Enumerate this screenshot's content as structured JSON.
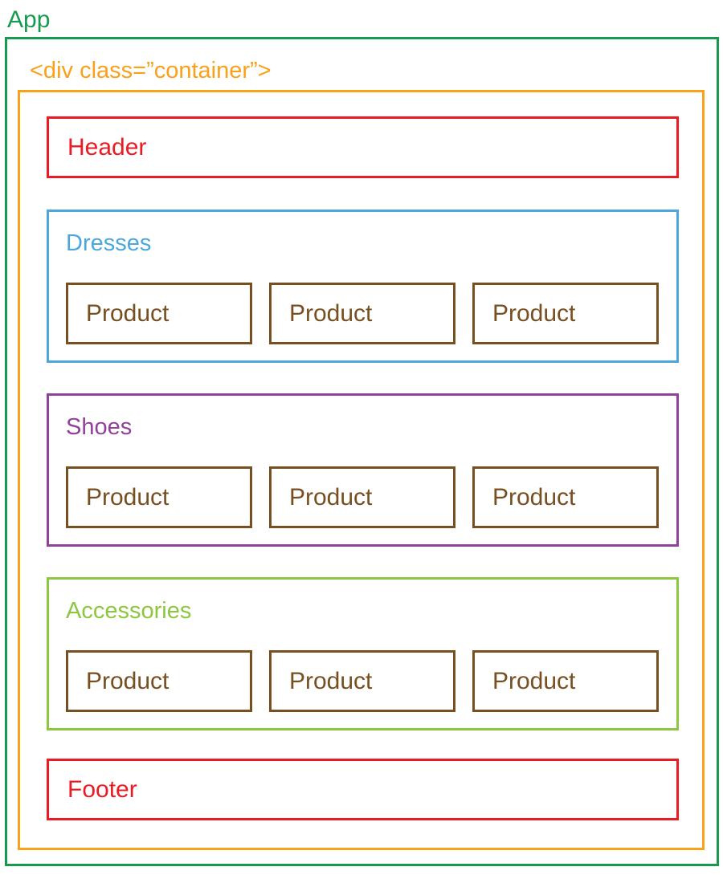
{
  "palette": {
    "app_green": "#169B4E",
    "container_orange": "#F9A11B",
    "header_red": "#EC1B23",
    "dresses_blue": "#4BA7DD",
    "shoes_purple": "#91409B",
    "accessories_lime": "#8DC63F",
    "product_brown": "#784F21"
  },
  "app": {
    "label": "App",
    "container": {
      "label": "<div class=”container”>",
      "header": {
        "label": "Header"
      },
      "sections": [
        {
          "id": "dresses",
          "label": "Dresses",
          "products": [
            "Product",
            "Product",
            "Product"
          ]
        },
        {
          "id": "shoes",
          "label": "Shoes",
          "products": [
            "Product",
            "Product",
            "Product"
          ]
        },
        {
          "id": "accessories",
          "label": "Accessories",
          "products": [
            "Product",
            "Product",
            "Product"
          ]
        }
      ],
      "footer": {
        "label": "Footer"
      }
    }
  }
}
